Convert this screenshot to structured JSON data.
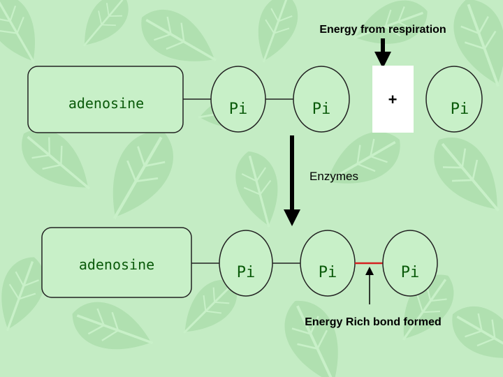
{
  "colors": {
    "background": "#c4ecc4",
    "leaf": "#b0e0b0",
    "leaf_vein": "#c8f0c8",
    "box_fill": "#c8f0c8",
    "outline": "#222222",
    "text_green": "#0a5a0a",
    "bond_red": "#d42020",
    "arrow": "#000000",
    "plus_box": "#ffffff"
  },
  "top": {
    "energy_label": "Energy from respiration",
    "adenosine": "adenosine",
    "pi_1": "Pi",
    "pi_2": "Pi",
    "plus": "+",
    "pi_3": "Pi"
  },
  "enzymes_label": "Enzymes",
  "bottom": {
    "adenosine": "adenosine",
    "pi_1": "Pi",
    "pi_2": "Pi",
    "pi_3": "Pi",
    "bond_label": "Energy Rich bond formed"
  }
}
